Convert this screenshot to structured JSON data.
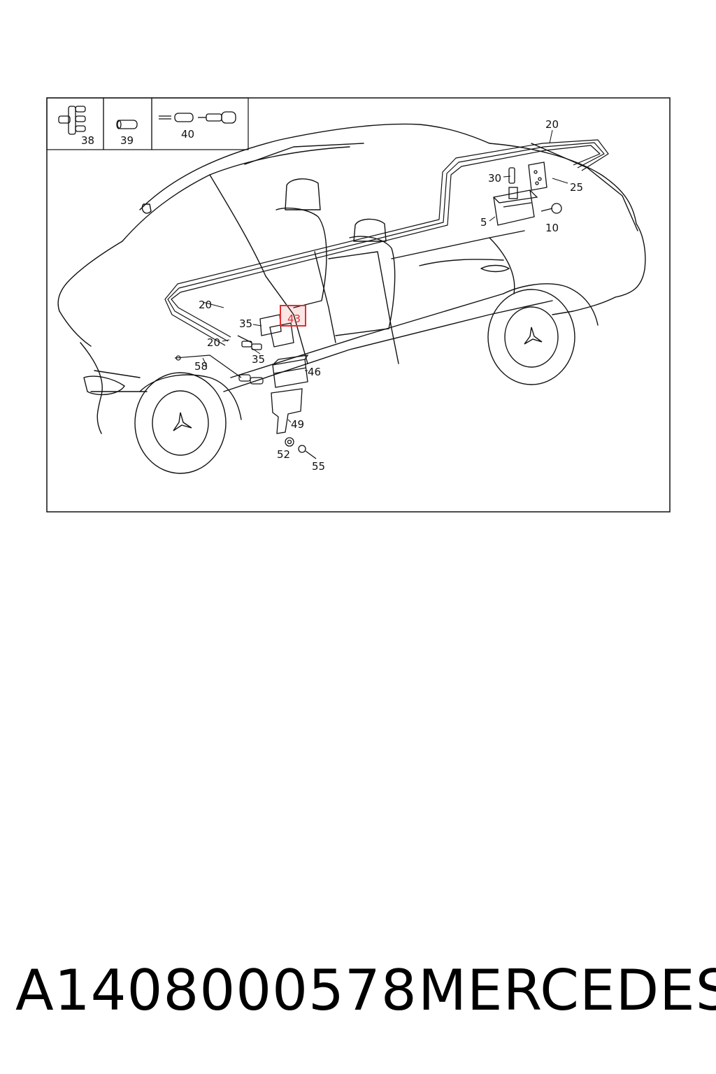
{
  "diagram": {
    "callouts": [
      "38",
      "39",
      "40",
      "20",
      "30",
      "25",
      "5",
      "10",
      "20",
      "35",
      "43",
      "20",
      "35",
      "58",
      "46",
      "49",
      "52",
      "55"
    ],
    "highlighted_callout": "43",
    "highlight_color": "#e03030",
    "line_color": "#111111"
  },
  "caption": {
    "part_number": "A1408000578",
    "brand": "MERCEDES"
  }
}
